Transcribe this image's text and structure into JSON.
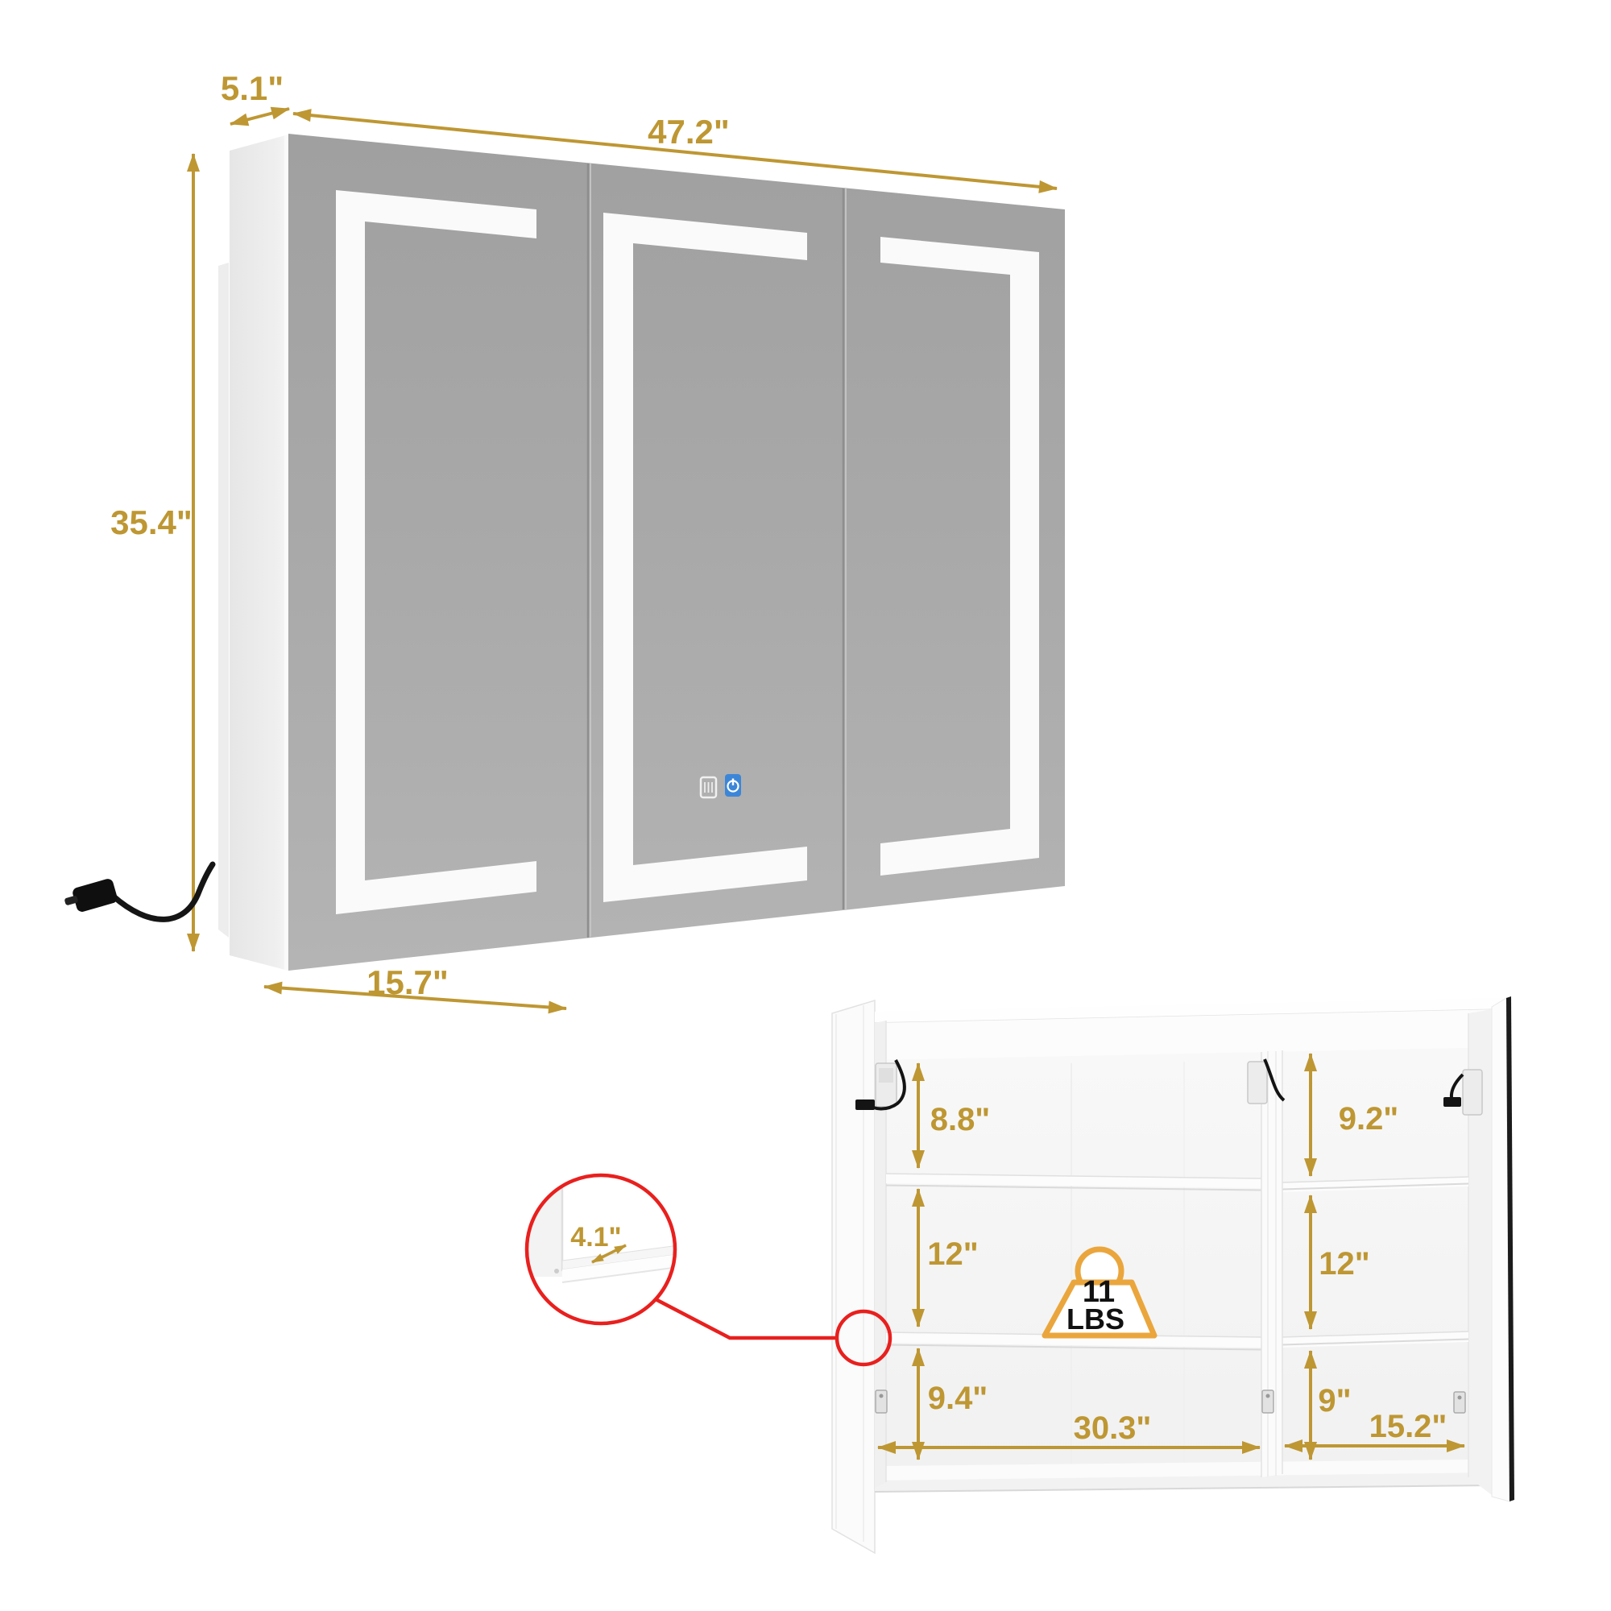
{
  "title": "LED mirror medicine cabinet dimension diagram",
  "colors": {
    "dimension_gold": "#BE9733",
    "highlight_red": "#E8201E",
    "mirror_gray": "#A9A9A9",
    "led_white": "#FAFAFA",
    "power_button_blue": "#3C86D8",
    "weight_icon_gold": "#EAA63C",
    "mirror_edge_black": "#1B1B1B"
  },
  "front_view": {
    "depth_label": "5.1\"",
    "width_label": "47.2\"",
    "height_label": "35.4\"",
    "door_width_label": "15.7\""
  },
  "interior_view": {
    "left_compartment": {
      "top_space": "8.8\"",
      "middle_space": "12\"",
      "bottom_space": "9.4\"",
      "width": "30.3\""
    },
    "right_compartment": {
      "top_space": "9.2\"",
      "middle_space": "12\"",
      "bottom_space": "9\"",
      "width": "15.2\""
    },
    "shelf_depth": "4.1\"",
    "weight_capacity": {
      "value": "11",
      "unit": "LBS"
    }
  }
}
